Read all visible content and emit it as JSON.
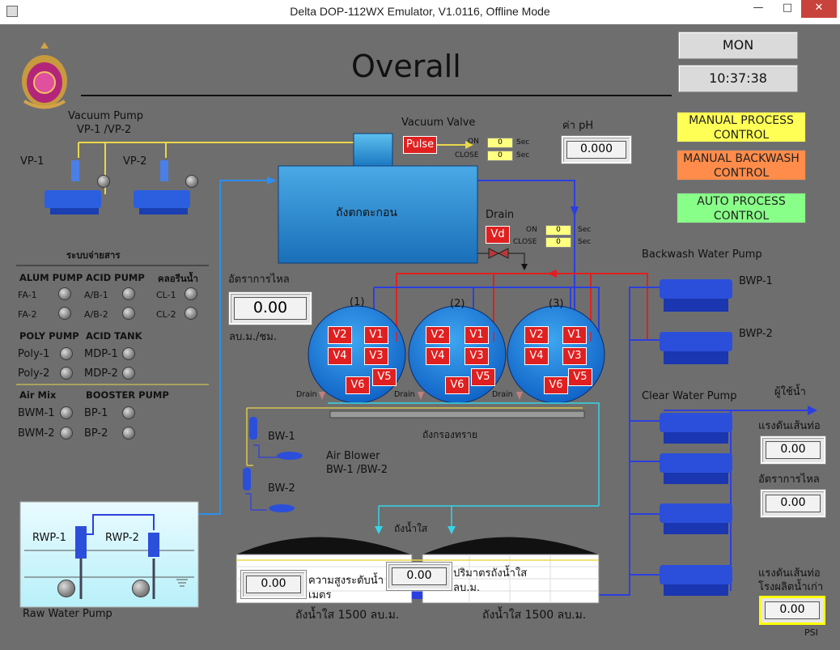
{
  "window": {
    "title": "Delta DOP-112WX Emulator, V1.0116, Offline Mode",
    "minimize": "—",
    "maximize": "□",
    "close": "✕"
  },
  "header": {
    "title": "Overall",
    "day": "MON",
    "time": "10:37:38"
  },
  "controls": {
    "manual_process": "MANUAL PROCESS CONTROL",
    "manual_backwash": "MANUAL BACKWASH CONTROL",
    "auto_process": "AUTO PROCESS CONTROL"
  },
  "vacuum_pump": {
    "title_line1": "Vacuum Pump",
    "title_line2": "VP-1 /VP-2",
    "vp1": "VP-1",
    "vp2": "VP-2"
  },
  "vacuum_valve": {
    "title": "Vacuum Valve",
    "valve_label": "Pulse",
    "on_label": "ON",
    "close_label": "CLOSE",
    "on_value": "0",
    "close_value": "0",
    "unit": "Sec"
  },
  "ph": {
    "label": "ค่า pH",
    "value": "0.000"
  },
  "sedimentation_tank": {
    "label": "ถังตกตะกอน"
  },
  "drain": {
    "title": "Drain",
    "valve_label": "Vd",
    "on_label": "ON",
    "close_label": "CLOSE",
    "on_value": "0",
    "close_value": "0",
    "unit": "Sec"
  },
  "chem": {
    "title": "ระบบจ่ายสาร",
    "alum_pump": "ALUM PUMP",
    "acid_pump": "ACID PUMP",
    "chlorine": "คลอรีนน้ำ",
    "fa1": "FA-1",
    "fa2": "FA-2",
    "ab1": "A/B-1",
    "ab2": "A/B-2",
    "cl1": "CL-1",
    "cl2": "CL-2",
    "poly_pump": "POLY PUMP",
    "acid_tank": "ACID TANK",
    "poly1": "Poly-1",
    "poly2": "Poly-2",
    "mdp1": "MDP-1",
    "mdp2": "MDP-2",
    "air_mix": "Air Mix",
    "booster_pump": "BOOSTER PUMP",
    "bwm1": "BWM-1",
    "bwm2": "BWM-2",
    "bp1": "BP-1",
    "bp2": "BP-2"
  },
  "flow_left": {
    "label": "อัตราการไหล",
    "value": "0.00",
    "unit": "ลบ.ม./ชม."
  },
  "filters": {
    "f1": "(1)",
    "f2": "(2)",
    "f3": "(3)",
    "v1": "V1",
    "v2": "V2",
    "v3": "V3",
    "v4": "V4",
    "v5": "V5",
    "v6": "V6",
    "drain": "Drain",
    "label": "ถังกรองทราย"
  },
  "backwash": {
    "title": "Backwash Water Pump",
    "bwp1": "BWP-1",
    "bwp2": "BWP-2"
  },
  "clear_water": {
    "title": "Clear Water Pump",
    "user": "ผู้ใช้น้ำ",
    "line_pressure": "แรงดันเส้นท่อ",
    "line_pressure_value": "0.00",
    "flow": "อัตราการไหล",
    "flow_value": "0.00",
    "old_plant_pressure_l1": "แรงดันเส้นท่อ",
    "old_plant_pressure_l2": "โรงผลิตน้ำเก่า",
    "old_plant_pressure_value": "0.00",
    "unit": "PSI"
  },
  "blower": {
    "bw1": "BW-1",
    "bw2": "BW-2",
    "title_line1": "Air Blower",
    "title_line2": "BW-1 /BW-2"
  },
  "raw_water": {
    "rwp1": "RWP-1",
    "rwp2": "RWP-2",
    "title": "Raw Water Pump"
  },
  "clear_tanks": {
    "label": "ถังน้ำใส",
    "level_value": "0.00",
    "level_label_l1": "ความสูงระดับน้ำ",
    "level_label_l2": "เมตร",
    "volume_value": "0.00",
    "volume_label_l1": "ปริมาตรถังน้ำใส",
    "volume_label_l2": "ลบ.ม.",
    "tank1": "ถังน้ำใส 1500 ลบ.ม.",
    "tank2": "ถังน้ำใส 1500 ลบ.ม."
  },
  "colors": {
    "background": "#6e6e6e",
    "pipe_yellow": "#e8d84a",
    "pipe_blue": "#2b3fe0",
    "pipe_red": "#e02020",
    "pipe_cyan": "#34d6e8",
    "valve_red": "#e02020",
    "btn_manual_process": "#ffff55",
    "btn_manual_backwash": "#ff8c4a",
    "btn_auto": "#88ff88"
  }
}
